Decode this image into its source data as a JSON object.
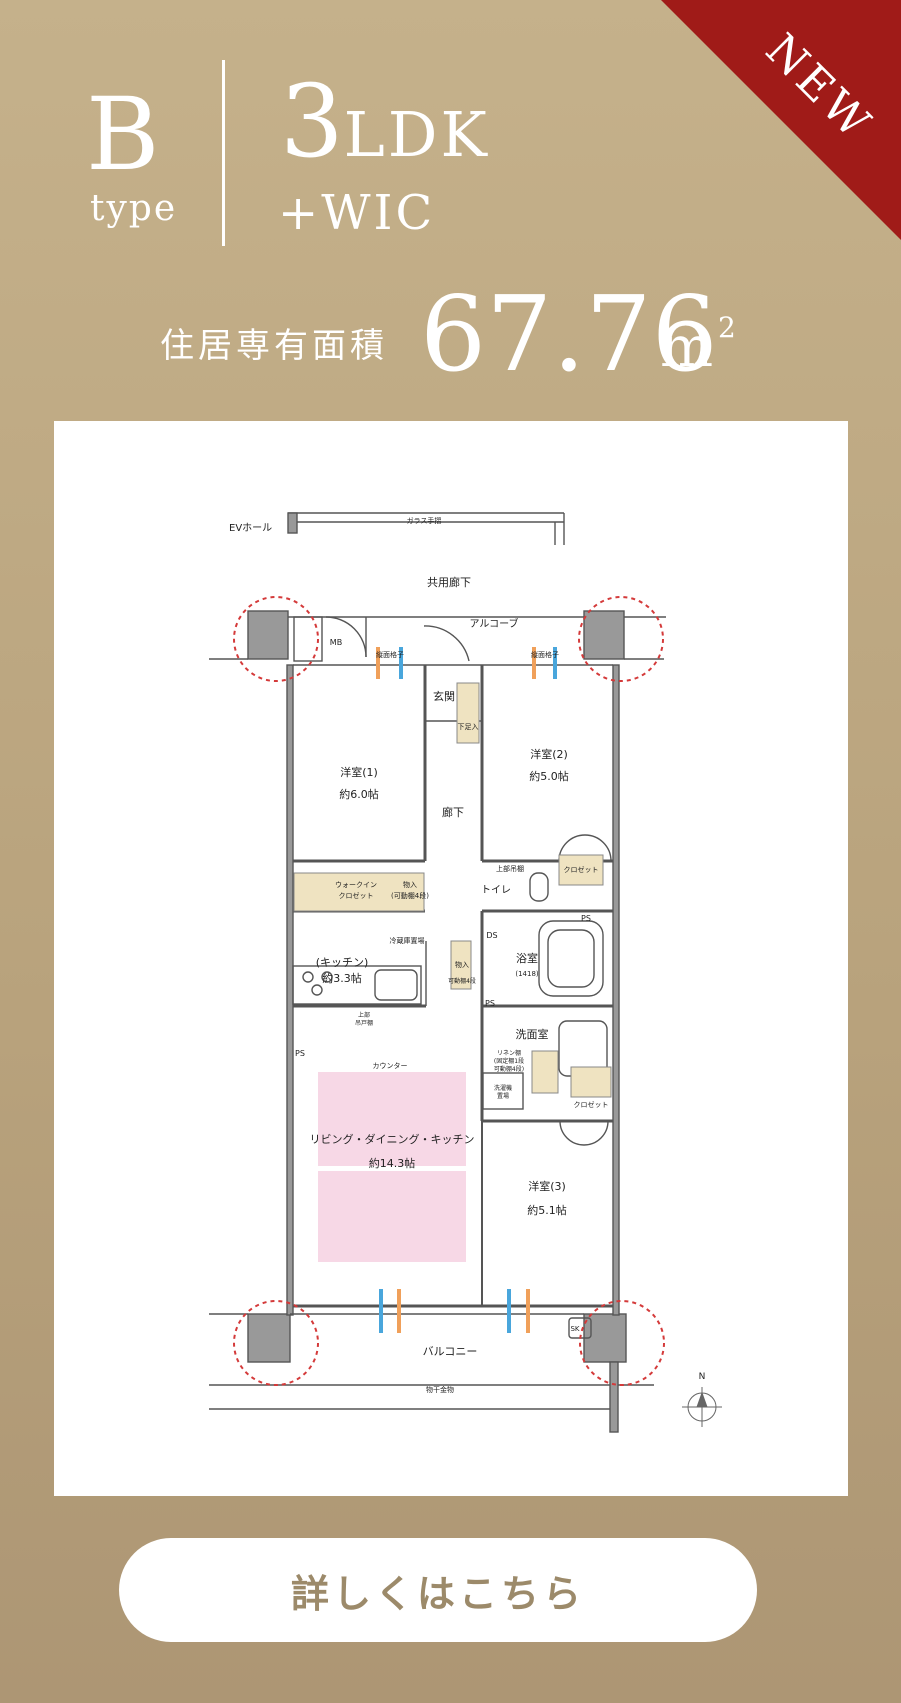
{
  "badge": {
    "text": "NEW"
  },
  "header": {
    "type_letter": "B",
    "type_word": "type",
    "layout_number": "3",
    "layout_ldk": "LDK",
    "layout_sub": "+WIC",
    "area_label": "住居専有面積",
    "area_value": "67.76",
    "area_unit": "m",
    "area_unit_sup": "2"
  },
  "floorplan": {
    "ev_hall": "EVホール",
    "glass_rail": "ガラス手摺",
    "common_corridor": "共用廊下",
    "mb": "MB",
    "alcove": "アルコーブ",
    "lattice_left": "縦面格子",
    "lattice_right": "縦面格子",
    "entrance": "玄関",
    "shoe_closet": "下足入",
    "room1_name": "洋室(1)",
    "room1_size": "約6.0帖",
    "room2_name": "洋室(2)",
    "room2_size": "約5.0帖",
    "hallway": "廊下",
    "walk_in_line1": "ウォークイン",
    "walk_in_line2": "クロゼット",
    "storage1_line1": "物入",
    "storage1_line2": "(可動棚4段)",
    "upper_cabinet": "上部吊棚",
    "toilet": "トイレ",
    "closet": "クロゼット",
    "ps": "PS",
    "fridge": "冷蔵庫置場",
    "ds": "DS",
    "storage2": "物入",
    "storage2_sub": "可動棚4段",
    "bath": "浴室",
    "bath_size": "(1418)",
    "kitchen_name": "(キッチン)",
    "kitchen_size": "約3.3帖",
    "kitchen_upper_line1": "上部",
    "kitchen_upper_line2": "吊戸棚",
    "washroom": "洗面室",
    "linen_line1": "リネン棚",
    "linen_line2": "(固定棚1段",
    "linen_line3": "可動棚4段)",
    "washer_line1": "洗濯機",
    "washer_line2": "置場",
    "counter": "カウンター",
    "ldk_name": "リビング・ダイニング・キッチン",
    "ldk_size": "約14.3帖",
    "room3_name": "洋室(3)",
    "room3_size": "約5.1帖",
    "sk": "SK",
    "balcony": "バルコニー",
    "laundry_pole": "物干金物",
    "compass_n": "N"
  },
  "colors": {
    "ribbon": "#a01b18",
    "background": "#bba680",
    "ldk_fill": "#f7d8e6",
    "storage_fill": "#efe3c1",
    "vent_orange": "#f0a05a",
    "vent_blue": "#49a6dc",
    "dashed_circle": "#d43a3a"
  },
  "cta": {
    "label": "詳しくはこちら"
  }
}
